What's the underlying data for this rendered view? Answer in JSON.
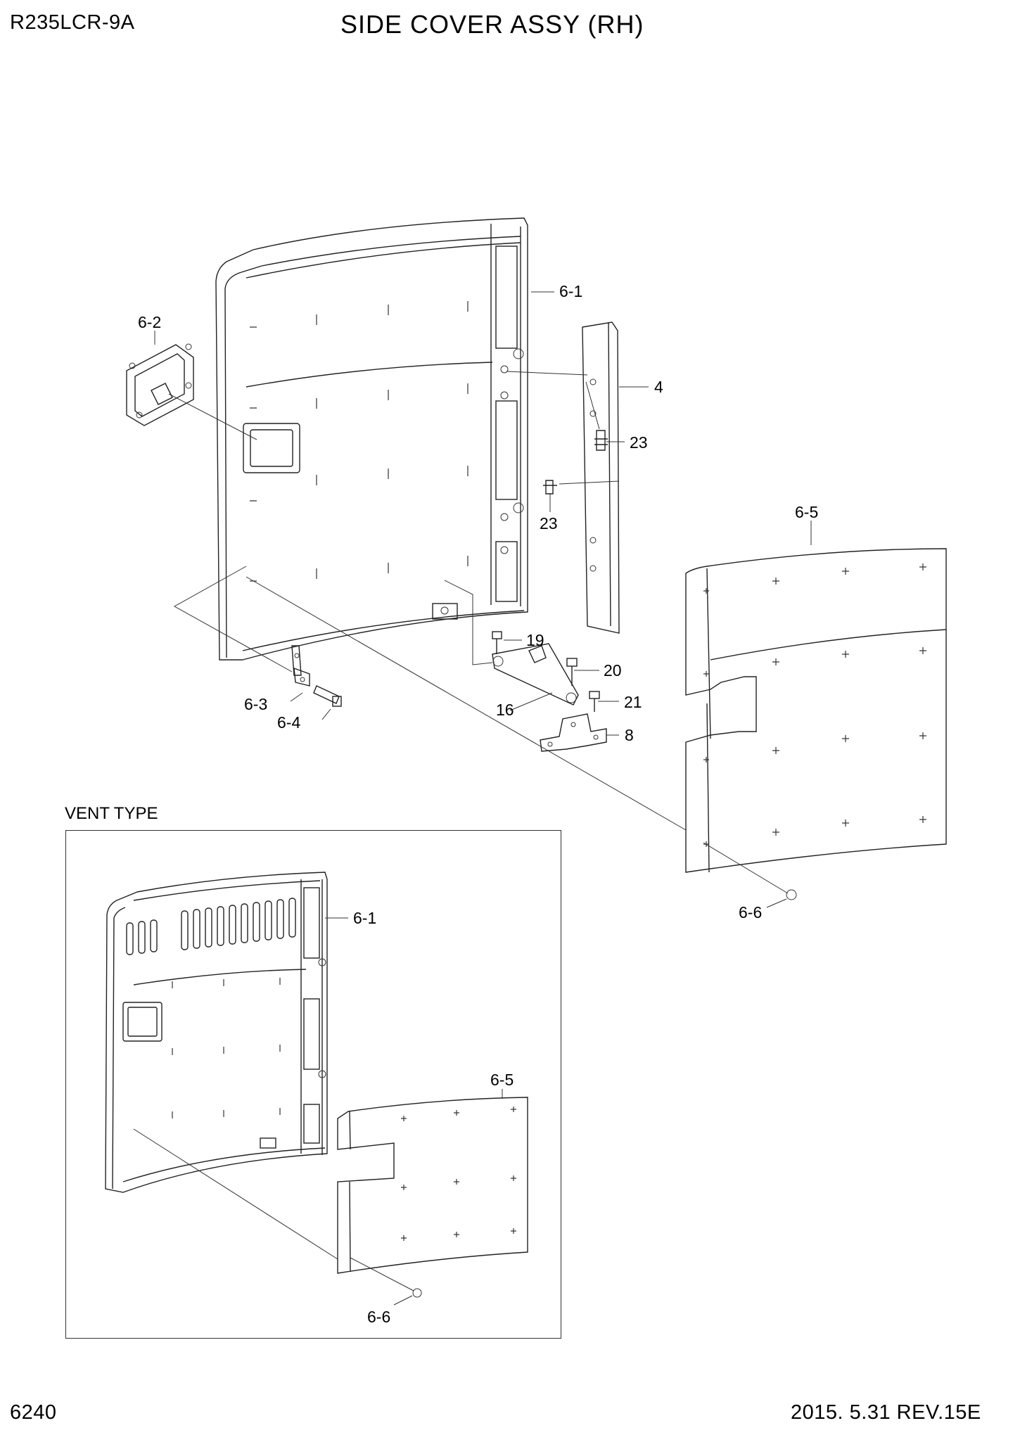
{
  "header": {
    "model": "R235LCR-9A",
    "title": "SIDE COVER ASSY (RH)"
  },
  "footer": {
    "page_number": "6240",
    "revision": "2015. 5.31  REV.15E"
  },
  "vent_section": {
    "label": "VENT TYPE"
  },
  "callouts": {
    "main": {
      "c6_1": "6-1",
      "c6_2": "6-2",
      "c4": "4",
      "c23a": "23",
      "c23b": "23",
      "c6_5": "6-5",
      "c19": "19",
      "c20": "20",
      "c21": "21",
      "c16": "16",
      "c8": "8",
      "c6_3": "6-3",
      "c6_4": "6-4",
      "c6_6": "6-6"
    },
    "vent": {
      "c6_1": "6-1",
      "c6_5": "6-5",
      "c6_6": "6-6"
    }
  }
}
